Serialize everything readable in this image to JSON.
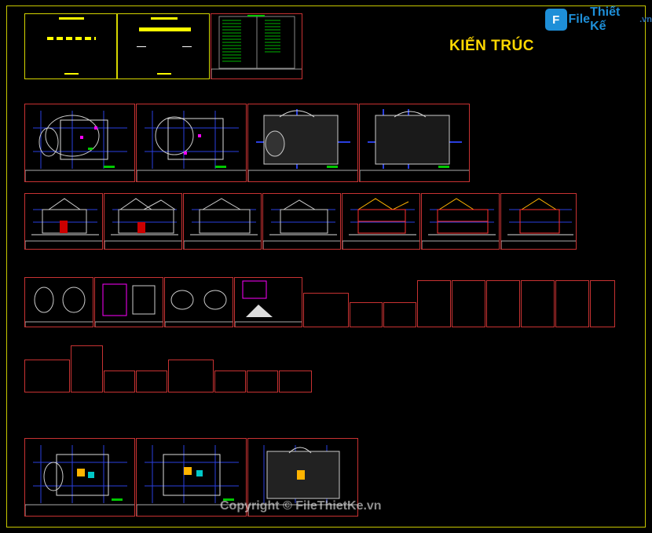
{
  "drawing": {
    "section_title": "KIẾN TRÚC",
    "watermark": "Copyright © FileThietKe.vn"
  },
  "logo": {
    "badge": "F",
    "name_part1": "File",
    "name_part2": "Thiết Kế",
    "domain": ".vn"
  },
  "colors": {
    "background": "#000000",
    "frame": "#c8c800",
    "sheet_border": "#c83232",
    "title": "#ffd800",
    "grid": "#2a3fe0",
    "logo": "#1e8fd8"
  }
}
